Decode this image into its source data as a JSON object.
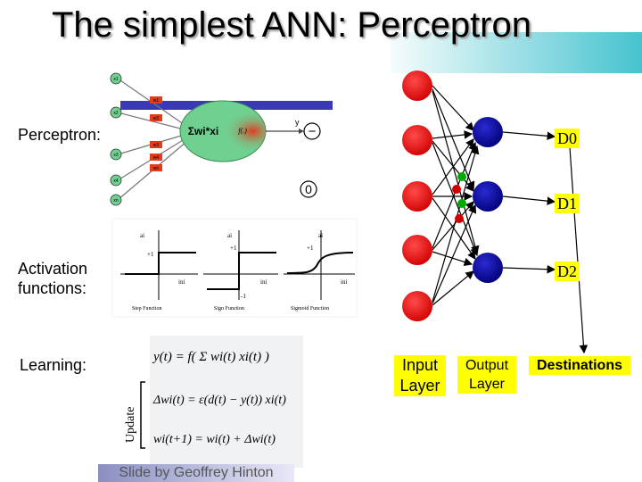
{
  "slide": {
    "title": "The simplest ANN: Perceptron",
    "labels": {
      "perceptron": "Perceptron:",
      "activation": "Activation functions:",
      "learning": "Learning:",
      "update": "Update"
    },
    "credit": "Slide by Geoffrey Hinton"
  },
  "perceptron_diagram": {
    "inputs": [
      "x1",
      "x2",
      "x3",
      "x4",
      "xn"
    ],
    "weights": [
      "w1",
      "w2",
      "w3",
      "w4",
      "wn"
    ],
    "sum_label": "Σwi*xi",
    "func_label": "f(.)",
    "output_label": "y"
  },
  "activation_diagram": {
    "plots": [
      {
        "caption": "Step Function",
        "y_top": "+1",
        "x_label": "ini"
      },
      {
        "caption": "Sign Function",
        "y_top": "+1",
        "y_bottom": "-1",
        "x_label": "ini"
      },
      {
        "caption": "Sigmoid Function",
        "y_top": "+1",
        "x_label": "ini"
      }
    ],
    "axis_label": "ai"
  },
  "equations": {
    "output": "y(t) = f( Σ wi(t) xi(t) )",
    "delta": "Δwi(t) = ε(d(t) − y(t)) xi(t)",
    "update": "wi(t+1) = wi(t) + Δwi(t)"
  },
  "network": {
    "input_layer_label": "Input Layer",
    "output_layer_label": "Output Layer",
    "destinations_label": "Destinations",
    "destinations": [
      "D0",
      "D1",
      "D2"
    ],
    "input_color": "#ee0000",
    "output_color": "#0000aa",
    "signal_colors": [
      "#d40000",
      "#00aa00"
    ],
    "minus_sign": "−",
    "zero_sign": "0"
  },
  "colors": {
    "accent": "#46c3cf",
    "highlight": "#ffff00",
    "neuron_body": "#6fd090"
  }
}
